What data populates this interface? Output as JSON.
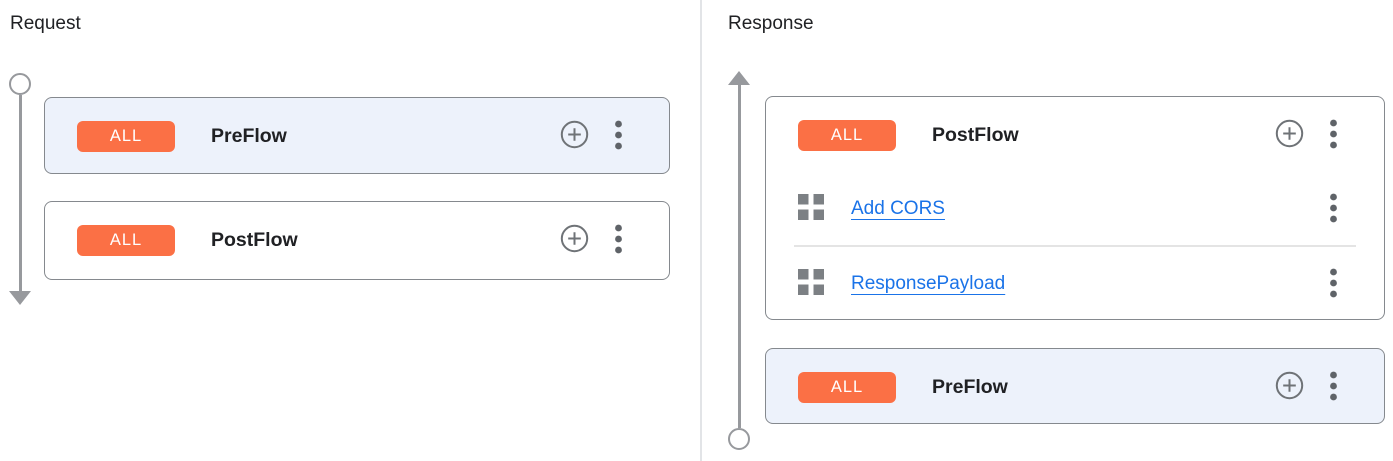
{
  "colors": {
    "badge_orange": "#fb7045",
    "highlight_card_bg": "#edf2fb",
    "card_border": "#85898e",
    "link_blue": "#1a73e8",
    "timeline_gray": "#97999d",
    "text_dark": "#202124"
  },
  "request": {
    "title": "Request",
    "flows": [
      {
        "badge": "ALL",
        "name": "PreFlow",
        "highlighted": true
      },
      {
        "badge": "ALL",
        "name": "PostFlow",
        "highlighted": false
      }
    ]
  },
  "response": {
    "title": "Response",
    "flows": [
      {
        "badge": "ALL",
        "name": "PostFlow",
        "highlighted": false,
        "policies": [
          {
            "name": "Add CORS"
          },
          {
            "name": "ResponsePayload"
          }
        ]
      },
      {
        "badge": "ALL",
        "name": "PreFlow",
        "highlighted": true,
        "policies": []
      }
    ]
  },
  "icons": {
    "add_step": "plus-circle",
    "more_options": "kebab-vertical",
    "policy": "grid-squares",
    "timeline_start": "circle",
    "timeline_direction": "arrow"
  }
}
